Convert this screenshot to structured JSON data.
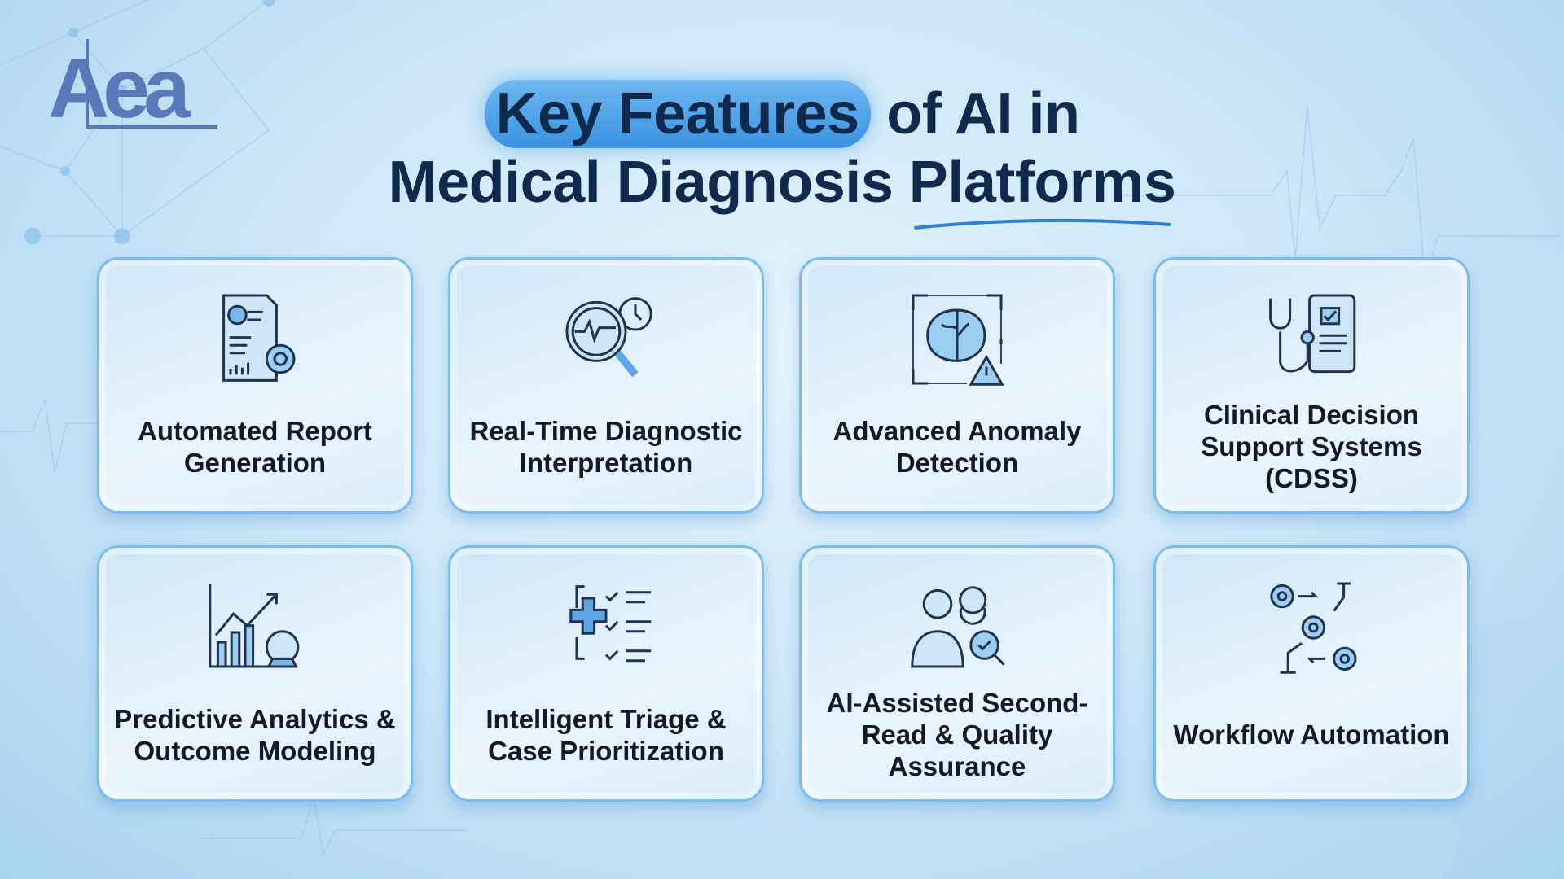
{
  "logo": {
    "text": "Aea"
  },
  "title": {
    "highlight": "Key Features",
    "line1_rest": " of AI in",
    "line2_main": "Medical Diagnosis ",
    "line2_underlined": "Platforms"
  },
  "cards": [
    {
      "label": "Automated Report Generation",
      "icon": "report-gear-icon"
    },
    {
      "label": "Real-Time Diagnostic Interpretation",
      "icon": "magnifier-pulse-clock-icon"
    },
    {
      "label": "Advanced Anomaly Detection",
      "icon": "brain-scan-warning-icon"
    },
    {
      "label": "Clinical Decision Support Systems (CDSS)",
      "icon": "stethoscope-tablet-icon"
    },
    {
      "label": "Predictive Analytics & Outcome Modeling",
      "icon": "chart-crystal-ball-icon"
    },
    {
      "label": "Intelligent Triage & Case Prioritization",
      "icon": "medical-cross-checklist-icon"
    },
    {
      "label": "AI-Assisted Second-Read & Quality Assurance",
      "icon": "doctors-check-icon"
    },
    {
      "label": "Workflow Automation",
      "icon": "gears-robot-arm-icon"
    }
  ]
}
